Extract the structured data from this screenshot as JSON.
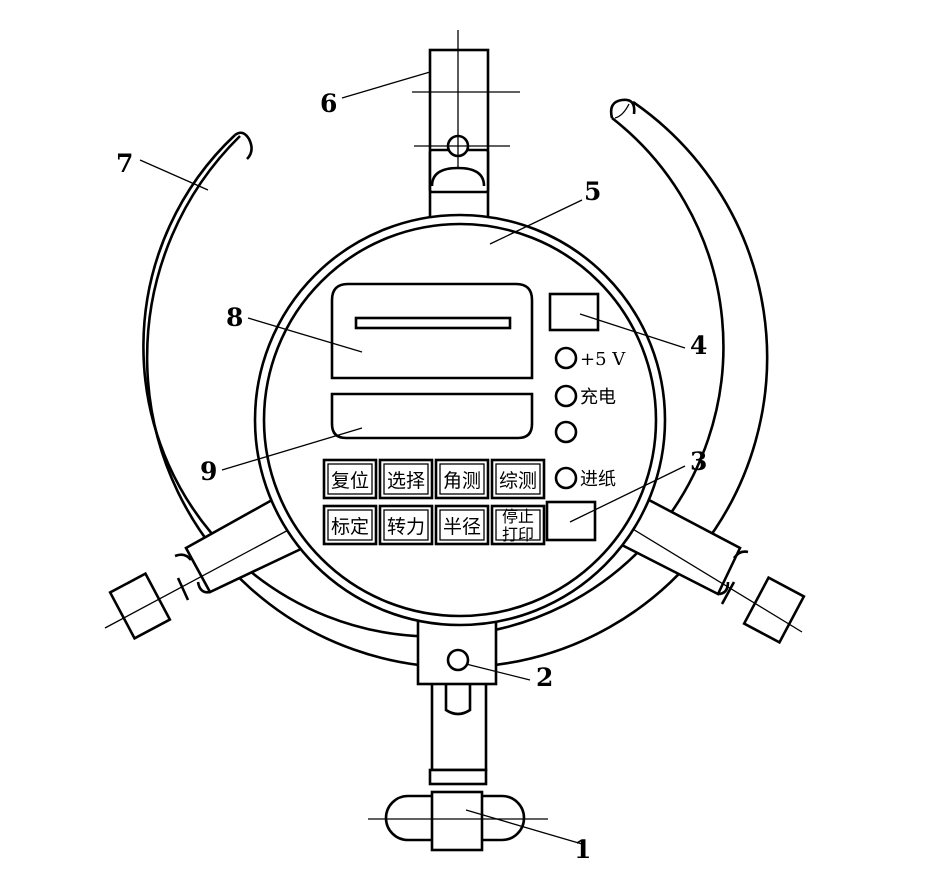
{
  "diagram": {
    "callouts": [
      "1",
      "2",
      "3",
      "4",
      "5",
      "6",
      "7",
      "8",
      "9"
    ],
    "keys_row1": [
      "复位",
      "选择",
      "角测",
      "综测"
    ],
    "keys_row2": [
      "标定",
      "转力",
      "半径"
    ],
    "key_stop_line1": "停止",
    "key_stop_line2": "打印",
    "leds": [
      "+5 V",
      "充电",
      "",
      "进纸"
    ]
  },
  "colors": {
    "line": "#000000",
    "background": "#ffffff"
  }
}
